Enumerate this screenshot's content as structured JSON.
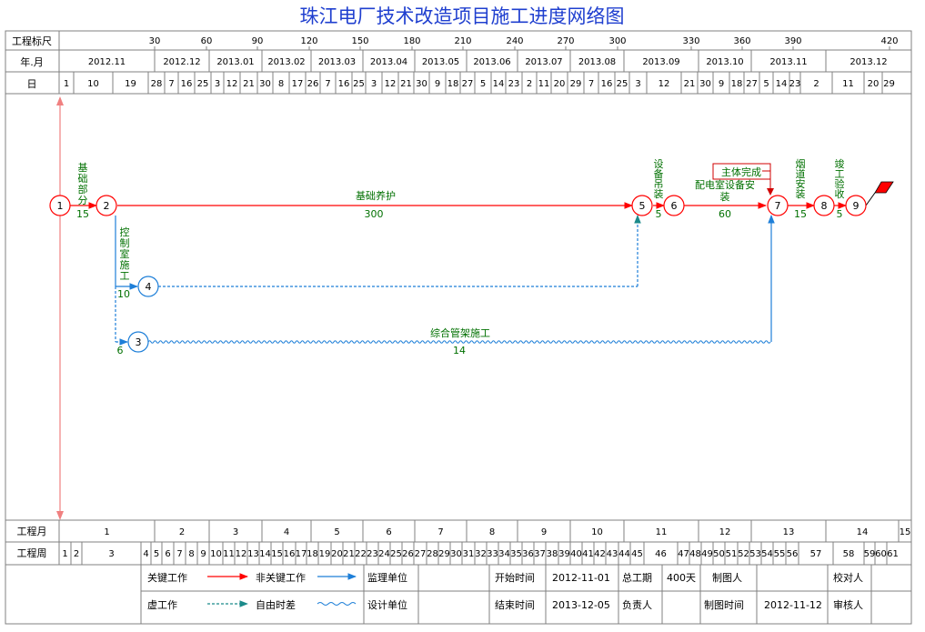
{
  "title": "珠江电厂技术改造项目施工进度网络图",
  "header": {
    "scale_label": "工程标尺",
    "month_label": "年.月",
    "day_label": "日",
    "scale_ticks": [
      "30",
      "60",
      "90",
      "120",
      "150",
      "180",
      "210",
      "240",
      "270",
      "300",
      "330",
      "360",
      "390",
      "420"
    ],
    "months": [
      "2012.11",
      "2012.12",
      "2013.01",
      "2013.02",
      "2013.03",
      "2013.04",
      "2013.05",
      "2013.06",
      "2013.07",
      "2013.08",
      "2013.09",
      "2013.10",
      "2013.11",
      "2013.12"
    ],
    "days": [
      "1",
      "10",
      "19",
      "28",
      "7",
      "16",
      "25",
      "3",
      "12",
      "21",
      "30",
      "8",
      "17",
      "26",
      "7",
      "16",
      "25",
      "3",
      "12",
      "21",
      "30",
      "9",
      "18",
      "27",
      "5",
      "14",
      "23",
      "2",
      "11",
      "20",
      "29",
      "7",
      "16",
      "25",
      "3",
      "12",
      "21",
      "30",
      "9",
      "18",
      "27",
      "5",
      "14",
      "23",
      "2",
      "11",
      "20",
      "29"
    ]
  },
  "footer": {
    "proj_month_label": "工程月",
    "proj_week_label": "工程周",
    "proj_months": [
      "1",
      "2",
      "3",
      "4",
      "5",
      "6",
      "7",
      "8",
      "9",
      "10",
      "11",
      "12",
      "13",
      "14",
      "15"
    ],
    "proj_weeks": [
      "1",
      "2",
      "3",
      "4",
      "5",
      "6",
      "7",
      "8",
      "9",
      "10",
      "11",
      "12",
      "13",
      "14",
      "15",
      "16",
      "17",
      "18",
      "19",
      "20",
      "21",
      "22",
      "23",
      "24",
      "25",
      "26",
      "27",
      "28",
      "29",
      "30",
      "31",
      "32",
      "33",
      "34",
      "35",
      "36",
      "37",
      "38",
      "39",
      "40",
      "41",
      "42",
      "43",
      "44",
      "45",
      "46",
      "47",
      "48",
      "49",
      "50",
      "51",
      "52",
      "53",
      "54",
      "55",
      "56",
      "57",
      "58",
      "59",
      "60",
      "61"
    ]
  },
  "activities": [
    {
      "from": 1,
      "to": 2,
      "name": "基础部分",
      "duration": "15",
      "type": "critical"
    },
    {
      "from": 2,
      "to": 5,
      "name": "基础养护",
      "duration": "300",
      "type": "critical"
    },
    {
      "from": 2,
      "to": 4,
      "name": "控制室施工",
      "duration": "10",
      "type": "noncritical"
    },
    {
      "from": 2,
      "to": 3,
      "name": "",
      "duration": "6",
      "type": "noncritical"
    },
    {
      "from": 3,
      "to": 7,
      "name": "综合管架施工",
      "duration": "14",
      "type": "noncritical"
    },
    {
      "from": 5,
      "to": 6,
      "name": "设备吊装",
      "duration": "5",
      "type": "critical"
    },
    {
      "from": 6,
      "to": 7,
      "name": "配电室设备安装",
      "duration": "60",
      "type": "critical"
    },
    {
      "from": 7,
      "to": 8,
      "name": "烟道安装",
      "duration": "15",
      "type": "critical"
    },
    {
      "from": 8,
      "to": 9,
      "name": "竣工验收",
      "duration": "5",
      "type": "critical"
    }
  ],
  "milestone_label": "主体完成",
  "nodes": [
    "1",
    "2",
    "3",
    "4",
    "5",
    "6",
    "7",
    "8",
    "9"
  ],
  "legend": {
    "critical": "关键工作",
    "noncritical": "非关键工作",
    "dummy": "虚工作",
    "free_float": "自由时差",
    "supervisor": "监理单位",
    "designer": "设计单位",
    "start_label": "开始时间",
    "start_value": "2012-11-01",
    "end_label": "结束时间",
    "end_value": "2013-12-05",
    "duration_label": "总工期",
    "duration_value": "400天",
    "owner_label": "负责人",
    "drawer_label": "制图人",
    "draw_time_label": "制图时间",
    "draw_time_value": "2012-11-12",
    "checker_label": "校对人",
    "reviewer_label": "审核人"
  },
  "colors": {
    "critical": "#ff0000",
    "noncritical": "#1e7fd8",
    "text_green": "#007000",
    "title_blue": "#1f3fcf",
    "grid": "#808080"
  }
}
